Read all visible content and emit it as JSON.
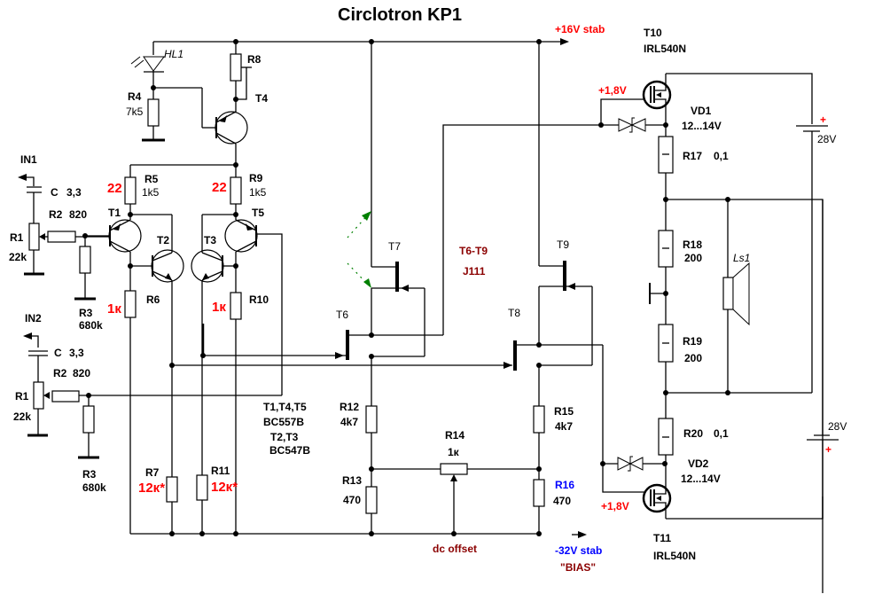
{
  "title": "Circlotron KP1",
  "colors": {
    "wire": "#000000",
    "highlight_red": "#ff0000",
    "note_darkred": "#8b0000",
    "bias_blue": "#0000ff",
    "light_green": "#008000"
  },
  "rails": {
    "positive": "+16V stab",
    "negative": "-32V stab",
    "bias_note": "\"BIAS\""
  },
  "inputs": {
    "in1": "IN1",
    "in2": "IN2"
  },
  "input_stage": {
    "c_label": "C",
    "c_value": "3,3",
    "r2_label": "R2",
    "r2_value": "820",
    "r1_label": "R1",
    "r1_value": "22k",
    "r3_label": "R3",
    "r3_value": "680k"
  },
  "components": {
    "hl1": "HL1",
    "r4": {
      "label": "R4",
      "value": "7k5"
    },
    "r8": {
      "label": "R8"
    },
    "t4": "T4",
    "r5": {
      "label": "R5",
      "value": "1k5",
      "mark": "22"
    },
    "r9": {
      "label": "R9",
      "value": "1k5",
      "mark": "22"
    },
    "t1": "T1",
    "t2": "T2",
    "t3": "T3",
    "t5": "T5",
    "r6": {
      "label": "R6",
      "mark": "1к"
    },
    "r10": {
      "label": "R10",
      "mark": "1к"
    },
    "r7": {
      "label": "R7",
      "value": "12к*"
    },
    "r11": {
      "label": "R11",
      "value": "12к*"
    },
    "bjt_note": {
      "line1": "T1,T4,T5",
      "line2": "BC557B",
      "line3": "T2,T3",
      "line4": "BC547B"
    },
    "t6": "T6",
    "t7": "T7",
    "t8": "T8",
    "t9": "T9",
    "jfet_note": {
      "line1": "T6-T9",
      "line2": "J111"
    },
    "r12": {
      "label": "R12",
      "value": "4k7"
    },
    "r13": {
      "label": "R13",
      "value": "470"
    },
    "r14": {
      "label": "R14",
      "value": "1к"
    },
    "r15": {
      "label": "R15",
      "value": "4k7"
    },
    "r16": {
      "label": "R16",
      "value": "470"
    },
    "dc_offset": "dc offset",
    "t10": {
      "label": "T10",
      "part": "IRL540N",
      "gate_v": "+1,8V"
    },
    "t11": {
      "label": "T11",
      "part": "IRL540N",
      "gate_v": "+1,8V"
    },
    "vd1": {
      "label": "VD1",
      "value": "12...14V"
    },
    "vd2": {
      "label": "VD2",
      "value": "12...14V"
    },
    "r17": {
      "label": "R17",
      "value": "0,1"
    },
    "r18": {
      "label": "R18",
      "value": "200"
    },
    "r19": {
      "label": "R19",
      "value": "200"
    },
    "r20": {
      "label": "R20",
      "value": "0,1"
    },
    "ls1": "Ls1",
    "bat1": {
      "value": "28V",
      "plus": "+"
    },
    "bat2": {
      "value": "28V",
      "plus": "+"
    }
  }
}
